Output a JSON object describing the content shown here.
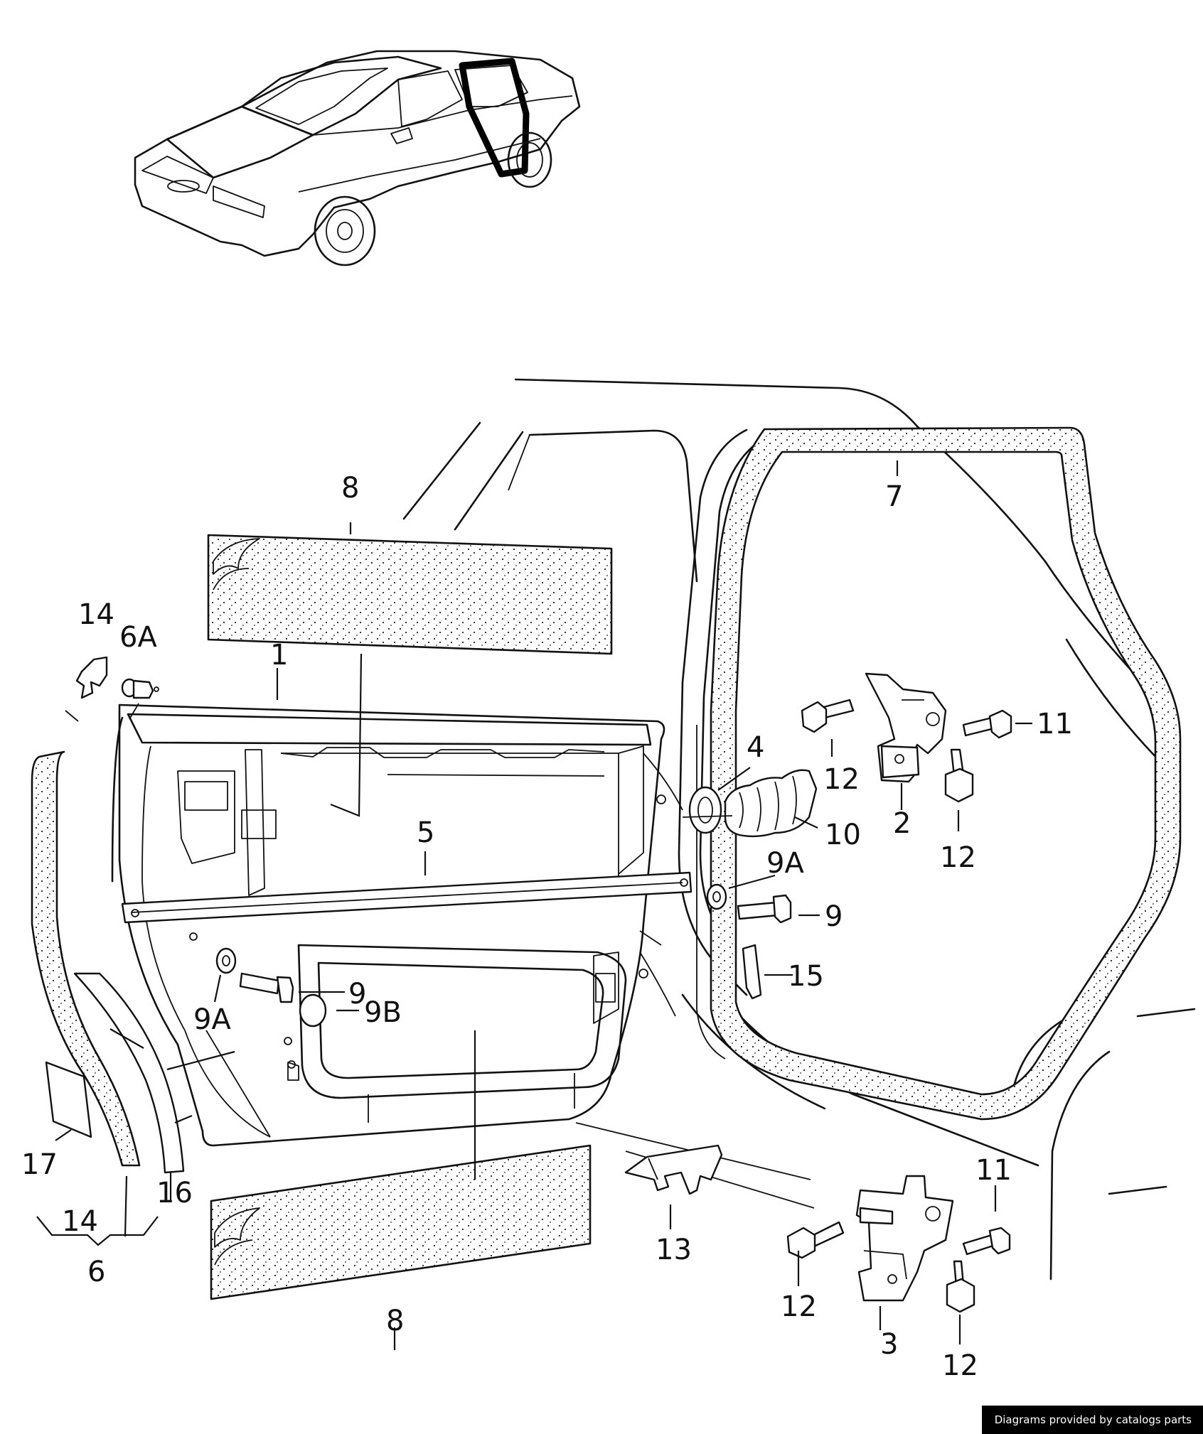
{
  "credit": "Diagrams provided by catalogs parts",
  "callouts": {
    "c1": "1",
    "c2": "2",
    "c3": "3",
    "c4": "4",
    "c5": "5",
    "c6": "6",
    "c6a": "6A",
    "c7": "7",
    "c8_top": "8",
    "c8_bottom": "8",
    "c9_right": "9",
    "c9_left": "9",
    "c9a_right": "9A",
    "c9a_left": "9A",
    "c9b": "9B",
    "c10": "10",
    "c11_top": "11",
    "c11_bottom": "11",
    "c12_a": "12",
    "c12_b": "12",
    "c12_c": "12",
    "c12_d": "12",
    "c13": "13",
    "c14_top": "14",
    "c14_bottom": "14",
    "c15": "15",
    "c16": "16",
    "c17": "17"
  },
  "icons": [
    "car-overview-icon",
    "rear-door-icon",
    "door-seal-icon",
    "hinge-icon",
    "bolt-icon",
    "washer-icon",
    "door-check-icon",
    "trim-panel-icon",
    "moulding-icon"
  ]
}
